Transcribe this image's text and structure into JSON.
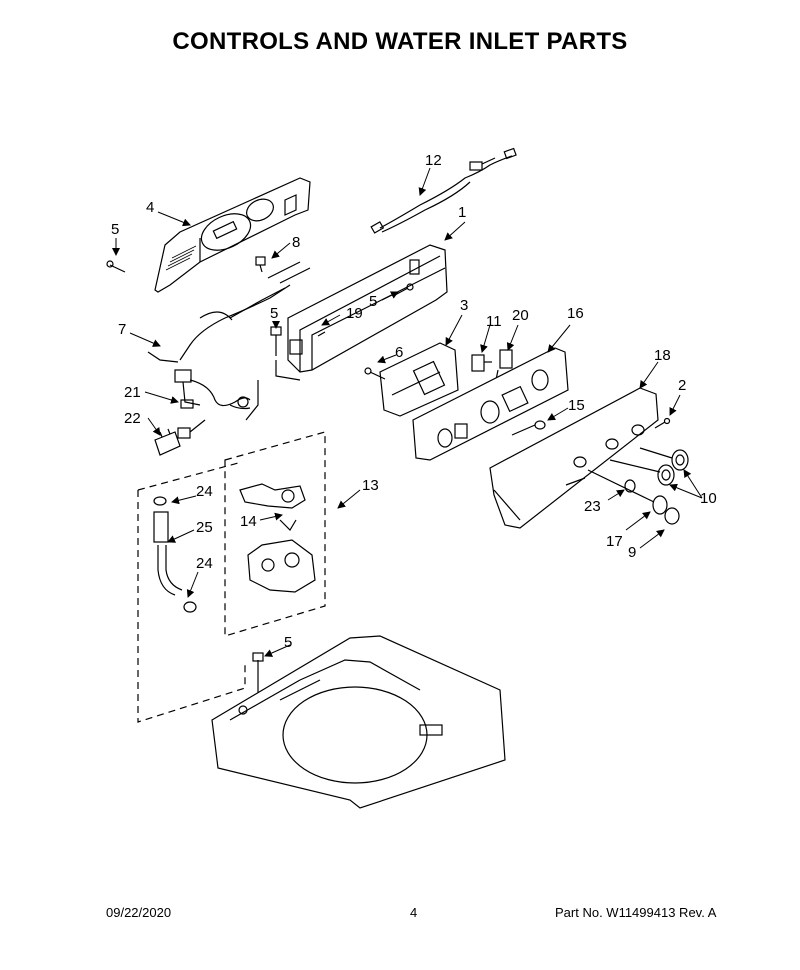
{
  "title": "CONTROLS AND WATER INLET PARTS",
  "labels": {
    "p1": "1",
    "p2": "2",
    "p3": "3",
    "p4": "4",
    "p5a": "5",
    "p5b": "5",
    "p5c": "5",
    "p5d": "5",
    "p6": "6",
    "p7": "7",
    "p8": "8",
    "p9": "9",
    "p10": "10",
    "p11": "11",
    "p12": "12",
    "p13": "13",
    "p14": "14",
    "p15": "15",
    "p16": "16",
    "p17": "17",
    "p18": "18",
    "p19": "19",
    "p20": "20",
    "p21": "21",
    "p22": "22",
    "p23": "23",
    "p24a": "24",
    "p24b": "24",
    "p25": "25"
  },
  "footer": {
    "date": "09/22/2020",
    "page": "4",
    "part": "Part No.  W11499413  Rev.  A"
  }
}
